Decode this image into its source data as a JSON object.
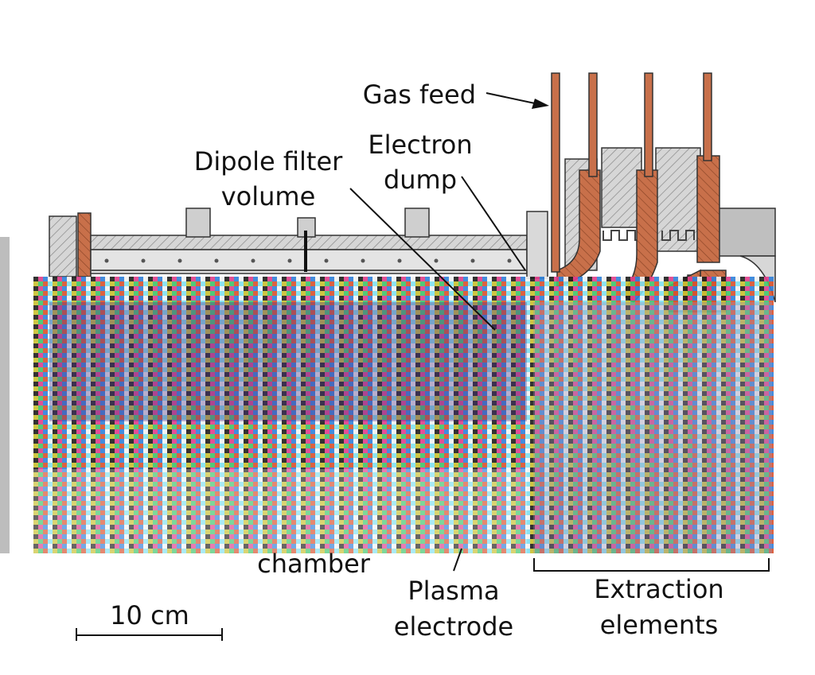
{
  "labels": {
    "gas_feed": "Gas feed",
    "dipole_filter_line1": "Dipole filter",
    "dipole_filter_line2": "volume",
    "electron_dump_line1": "Electron",
    "electron_dump_line2": "dump",
    "chamber": "chamber",
    "plasma_line1": "Plasma",
    "plasma_line2": "electrode",
    "extraction_line1": "Extraction",
    "extraction_line2": "elements",
    "scale": "10 cm"
  },
  "colors": {
    "copper": "#c8704a",
    "steel_light": "#dcdcdc",
    "steel_mid": "#b9b9b9",
    "steel_dark": "#8f8f8f",
    "ink": "#111111"
  }
}
